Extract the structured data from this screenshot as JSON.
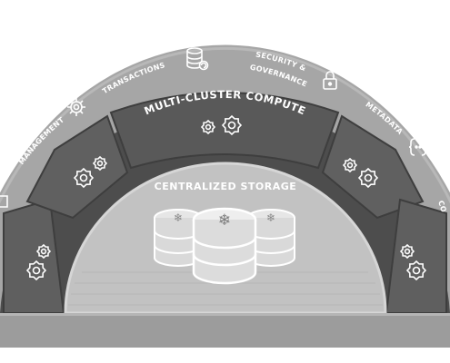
{
  "title": "CLOUD SERVICES",
  "outer_labels": {
    "management": "MANAGEMENT",
    "transactions": "TRANSACTIONS",
    "security_line1": "SECURITY &",
    "security_line2": "GOVERNANCE",
    "metadata": "METADATA",
    "edge_right": "CO"
  },
  "middle_label": "MULTI-CLUSTER COMPUTE",
  "inner_label": "CENTRALIZED STORAGE",
  "icons": {
    "transactions": "database-sync-icon",
    "security": "padlock-icon",
    "management": "settings-gear-icon",
    "metadata": "code-braces-icon",
    "compute": "gears-icon",
    "storage": "snowflake-database-icon"
  },
  "colors": {
    "outer_band": "#a8a8a8",
    "compute_block": "#5e5e5e",
    "compute_ring": "#4a4a4a",
    "inner_dome": "#bdbdbd",
    "base": "#9a9a9a"
  }
}
